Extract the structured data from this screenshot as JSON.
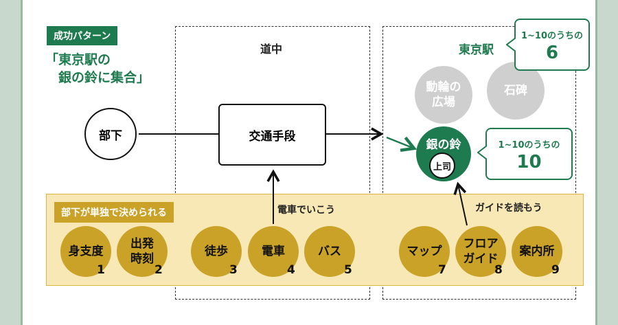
{
  "pattern": {
    "tag": "成功パターン",
    "title_line1": "「東京駅の",
    "title_line2": "　銀の鈴に集合」"
  },
  "columns": {
    "middle": "道中",
    "right": "東京駅"
  },
  "person": "部下",
  "transport_box": "交通手段",
  "landmarks": {
    "plaza_line1": "動輪の",
    "plaza_line2": "広場",
    "monument": "石碑",
    "silver_bell": "銀の鈴",
    "boss": "上司"
  },
  "callouts": [
    {
      "label": "1~10のうちの",
      "value": "6"
    },
    {
      "label": "1~10のうちの",
      "value": "10"
    }
  ],
  "band": {
    "tag": "部下が単独で決められる",
    "note_train": "電車でいこう",
    "note_guide": "ガイドを読もう"
  },
  "options": [
    {
      "line1": "身支度",
      "line2": "",
      "num": "1"
    },
    {
      "line1": "出発",
      "line2": "時刻",
      "num": "2"
    },
    {
      "line1": "徒歩",
      "line2": "",
      "num": "3"
    },
    {
      "line1": "電車",
      "line2": "",
      "num": "4"
    },
    {
      "line1": "バス",
      "line2": "",
      "num": "5"
    },
    {
      "line1": "マップ",
      "line2": "",
      "num": "7"
    },
    {
      "line1": "フロア",
      "line2": "ガイド",
      "num": "8"
    },
    {
      "line1": "案内所",
      "line2": "",
      "num": "9"
    }
  ],
  "colors": {
    "green": "#1e7a4f",
    "gold": "#c9a227",
    "band": "#f7e8b5",
    "grey": "#cfcfcf"
  }
}
